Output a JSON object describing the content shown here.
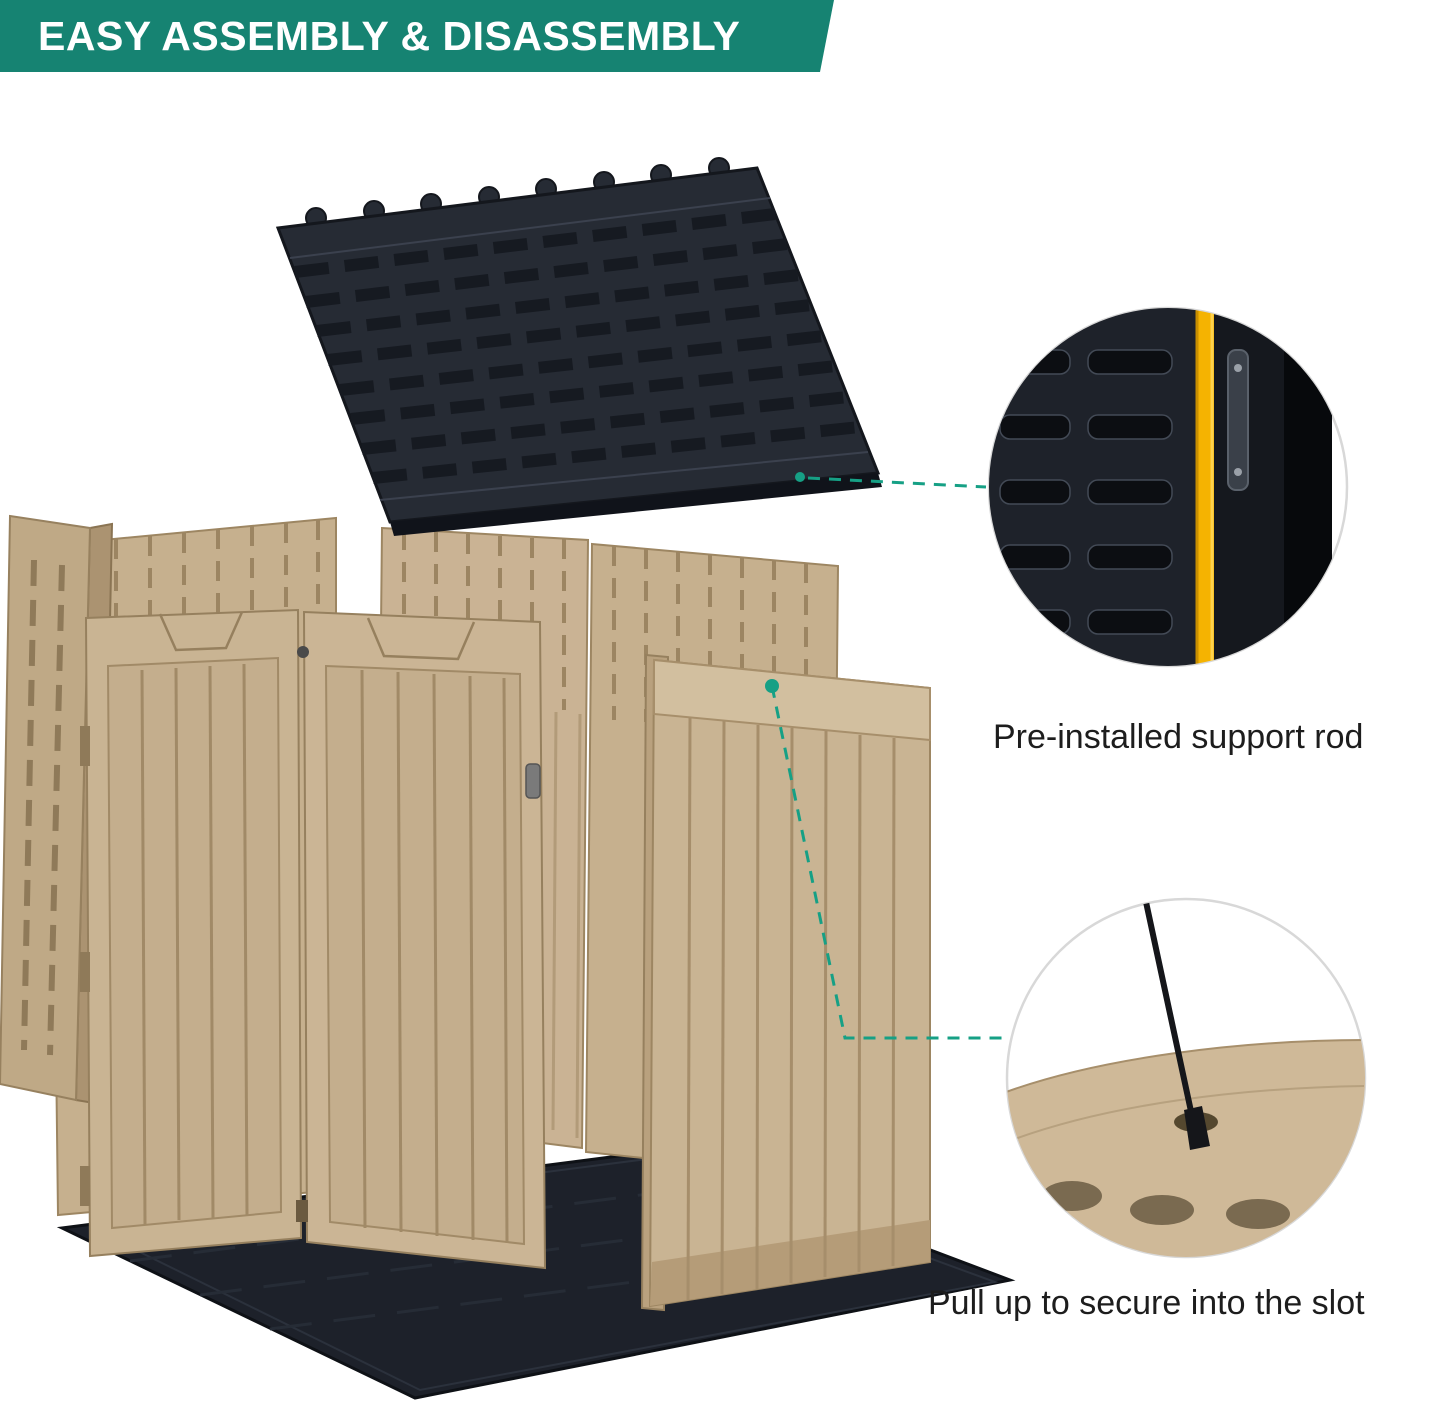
{
  "banner": {
    "title": "EASY ASSEMBLY & DISASSEMBLY"
  },
  "callouts": {
    "support_rod": {
      "label": "Pre-installed support rod"
    },
    "slot": {
      "label": "Pull up to secure into the slot"
    }
  },
  "illustration_parts": {
    "lid": "dark roof lid panel",
    "walls": "tan wall and door panels",
    "base": "dark floor base panel"
  },
  "colors": {
    "page-bg": "#ffffff",
    "banner-bg": "#168372",
    "banner-text": "#ffffff",
    "accent": "#16a085",
    "label-text": "#1d1d1d",
    "panel-tan": "#c9b493",
    "panel-tan-dark": "#a68e6b",
    "panel-tan-light": "#d5c3a3",
    "lid-dark": "#262b34",
    "base-dark": "#1d212a",
    "rod-yellow": "#f5b301"
  }
}
